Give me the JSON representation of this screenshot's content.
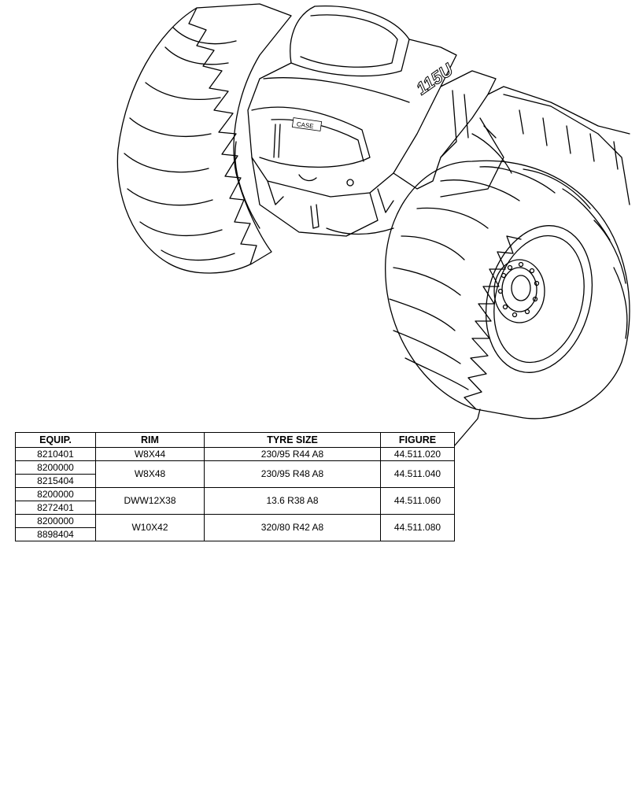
{
  "drawing": {
    "badge_text": "CASE",
    "model_text": "115U"
  },
  "table": {
    "headers": [
      "EQUIP.",
      "RIM",
      "TYRE SIZE",
      "FIGURE"
    ],
    "groups": [
      {
        "equip": [
          "8210401"
        ],
        "rim": "W8X44",
        "tyre_size": "230/95 R44 A8",
        "figure": "44.511.020"
      },
      {
        "equip": [
          "8200000",
          "8215404"
        ],
        "rim": "W8X48",
        "tyre_size": "230/95 R48 A8",
        "figure": "44.511.040"
      },
      {
        "equip": [
          "8200000",
          "8272401"
        ],
        "rim": "DWW12X38",
        "tyre_size": "13.6 R38 A8",
        "figure": "44.511.060"
      },
      {
        "equip": [
          "8200000",
          "8898404"
        ],
        "rim": "W10X42",
        "tyre_size": "320/80 R42 A8",
        "figure": "44.511.080"
      }
    ]
  }
}
